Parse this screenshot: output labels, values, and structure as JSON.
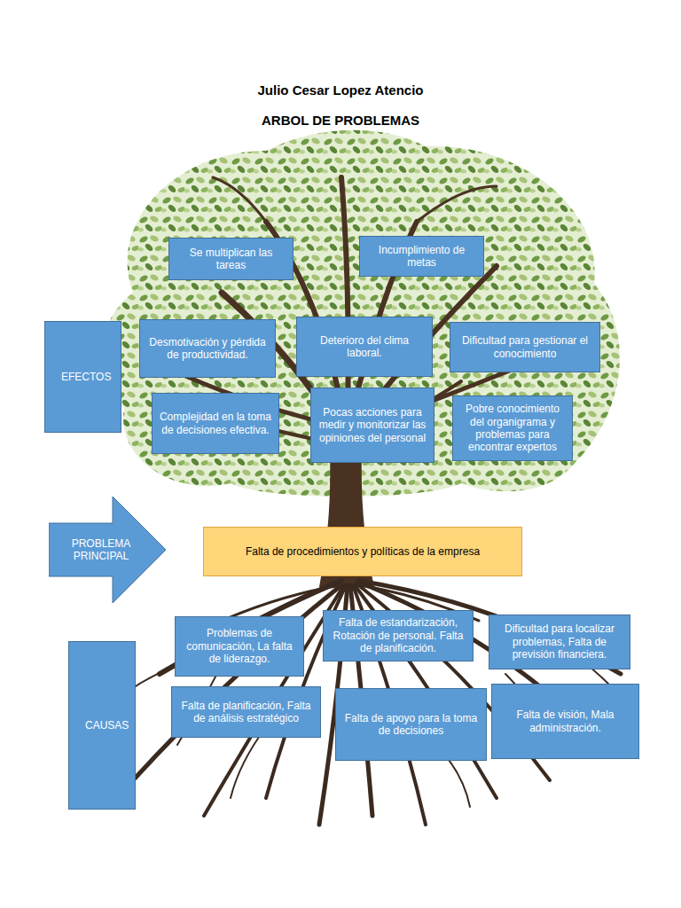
{
  "diagram": {
    "title": "ARBOL DE PROBLEMAS",
    "nodes": [
      {
        "text": [
          "Se multiplican las tareas"
        ]
      },
      {
        "text": [
          "Incumplimiento de metas"
        ]
      },
      {
        "text": [
          "EFECTOS"
        ]
      },
      {
        "text": [
          "Desmotivación y pérdida de productividad."
        ]
      },
      {
        "text": [
          "Deterioro del clima laboral."
        ]
      },
      {
        "text": [
          "Dificultad para gestionar el conocimiento"
        ]
      },
      {
        "text": [
          "Complejidad en la toma de decisiones efectiva."
        ]
      },
      {
        "text": [
          "Pocas acciones para medir y monitorizar las opiniones del personal"
        ]
      },
      {
        "text": [
          "Pobre conocimiento del organigrama y problemas para encontrar expertos"
        ]
      },
      {
        "text": [
          "PROBLEMA PRINCIPAL"
        ]
      },
      {
        "text": [
          "Falta de procedimientos y políticas de la empresa"
        ]
      },
      {
        "text": [
          "Problemas de comunicación, La falta de liderazgo."
        ]
      },
      {
        "text": [
          "Falta de estandarización, Rotación de personal. Falta de planificación."
        ]
      },
      {
        "text": [
          "Dificultad para localizar problemas, Falta de previsión financiera."
        ]
      },
      {
        "text": [
          "CAUSAS"
        ]
      },
      {
        "text": [
          "Falta de planificación, Falta de análisis estratégico"
        ]
      },
      {
        "text": [
          "Falta de apoyo para la toma de decisiones"
        ]
      },
      {
        "text": [
          "Falta de visión, Mala administración."
        ]
      }
    ],
    "labels": [
      "Julio Cesar Lopez Atencio"
    ]
  }
}
